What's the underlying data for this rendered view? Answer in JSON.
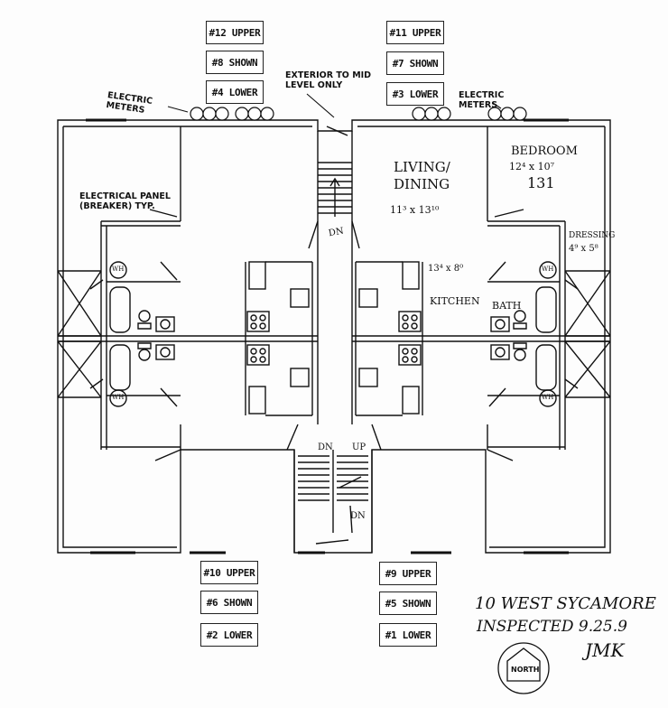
{
  "units_top_left": [
    "#12 UPPER",
    "#8 SHOWN",
    "#4 LOWER"
  ],
  "units_top_right": [
    "#11 UPPER",
    "#7 SHOWN",
    "#3 LOWER"
  ],
  "units_bottom_left": [
    "#10 UPPER",
    "#6 SHOWN",
    "#2 LOWER"
  ],
  "units_bottom_right": [
    "#9 UPPER",
    "#5 SHOWN",
    "#1 LOWER"
  ],
  "labels": {
    "electric_meters_left": "ELECTRIC METERS",
    "electric_meters_right": "ELECTRIC METERS",
    "exterior_note": "EXTERIOR TO MID LEVEL ONLY",
    "electrical_panel": "ELECTRICAL PANEL (BREAKER) TYP.",
    "living_dining": "LIVING/ DINING",
    "living_dining_size": "11³ x 13¹⁰",
    "bedroom": "BEDROOM",
    "bedroom_size": "12⁴ x 10⁷",
    "bedroom_number": "131",
    "dressing": "DRESSING",
    "dressing_size": "4⁹ x 5⁸",
    "kitchen_size": "13⁴ x 8⁰",
    "kitchen": "KITCHEN",
    "bath": "BATH",
    "wh": "WH",
    "dn": "DN",
    "up": "UP",
    "north": "NORTH"
  },
  "signature": {
    "address": "10 WEST SYCAMORE",
    "inspected": "INSPECTED 9.25.9",
    "initials": "JMK"
  }
}
